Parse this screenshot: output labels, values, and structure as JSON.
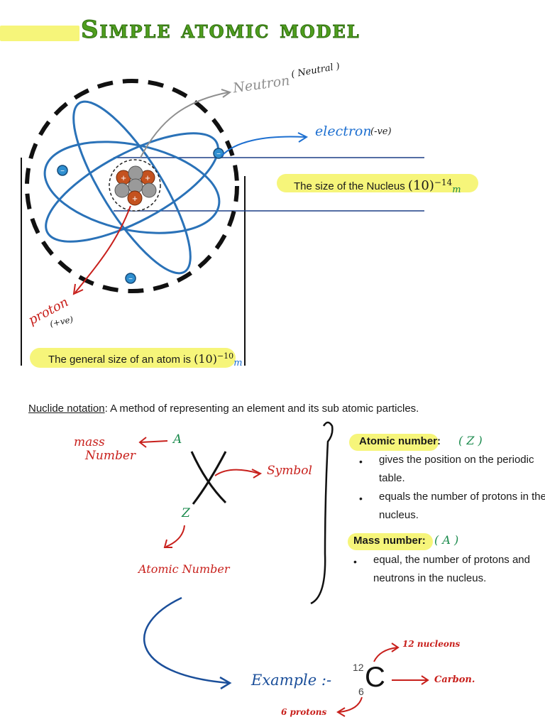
{
  "title": "Simple atomic model",
  "atom_labels": {
    "neutron": "Neutron",
    "neutron_charge": "( Neutral )",
    "electron": "electron",
    "electron_charge": "(-ve)",
    "proton": "proton",
    "proton_charge": "(+ve)",
    "nucleus_size_text": "The size of the Nucleus",
    "nucleus_size_value": "(10)",
    "nucleus_size_exp": "−14",
    "nucleus_size_unit": "m",
    "atom_size_text": "The general size of an atom is",
    "atom_size_value": "(10)",
    "atom_size_exp": "−10",
    "atom_size_unit": "m"
  },
  "nuclide": {
    "heading": "Nuclide notation",
    "description": ": A method of representing an element and its sub atomic particles.",
    "mass_label_1": "mass",
    "mass_label_2": "Number",
    "A": "A",
    "Z": "Z",
    "symbol": "Symbol",
    "atomic_number_label": "Atomic Number",
    "atomic_number_heading": "Atomic number:",
    "atomic_number_symbol": "( Z )",
    "atomic_bullets": [
      "gives the position on the periodic",
      "table.",
      "equals the number of protons in the",
      "nucleus."
    ],
    "mass_number_heading": "Mass number:",
    "mass_number_symbol": "( A )",
    "mass_bullets": [
      "equal, the number of protons and",
      "neutrons in the nucleus."
    ],
    "bullet_char": "•"
  },
  "example": {
    "label": "Example :-",
    "mass": "12",
    "atomic": "6",
    "symbol": "C",
    "nucleons": "12 nucleons",
    "name": "Carbon.",
    "protons": "6 protons"
  },
  "colors": {
    "title_green": "#4f9e1e",
    "highlight": "#f6f57a",
    "orbit_blue": "#2a72b8",
    "annotation_red": "#c8201c",
    "annotation_blue": "#1d6fd0",
    "annotation_green": "#1a8a4c",
    "neutron_grey": "#8f8f8f",
    "proton_orange": "#c4521f"
  }
}
